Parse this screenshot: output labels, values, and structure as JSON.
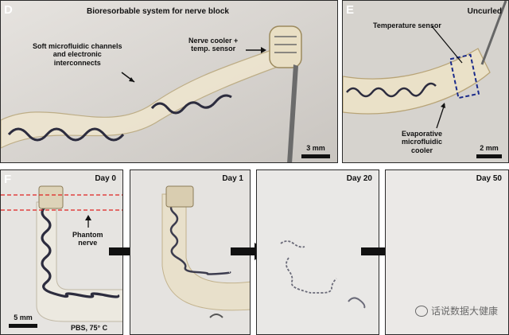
{
  "panel_d": {
    "letter": "D",
    "title": "Bioresorbable system for nerve block",
    "channels_label": [
      "Soft microfluidic channels",
      "and electronic",
      "interconnects"
    ],
    "cooler_label": [
      "Nerve cooler +",
      "temp. sensor"
    ],
    "scale": "3 mm"
  },
  "panel_e": {
    "letter": "E",
    "title": "Uncurled",
    "temp_label": "Temperature sensor",
    "cooler_label": [
      "Evaporative",
      "microfluidic",
      "cooler"
    ],
    "scale": "2 mm"
  },
  "panel_f": {
    "letter": "F",
    "days": [
      "Day 0",
      "Day 1",
      "Day 20",
      "Day 50"
    ],
    "phantom_label": [
      "Phantom",
      "nerve"
    ],
    "scale": "5 mm",
    "condition": "PBS, 75° C"
  },
  "watermark": "话说数据大健康",
  "colors": {
    "panel_border": "#2a2a2a",
    "nerve_dash": "#e02020",
    "sensor_dash": "#1a2a8a",
    "arrow": "#111111"
  }
}
